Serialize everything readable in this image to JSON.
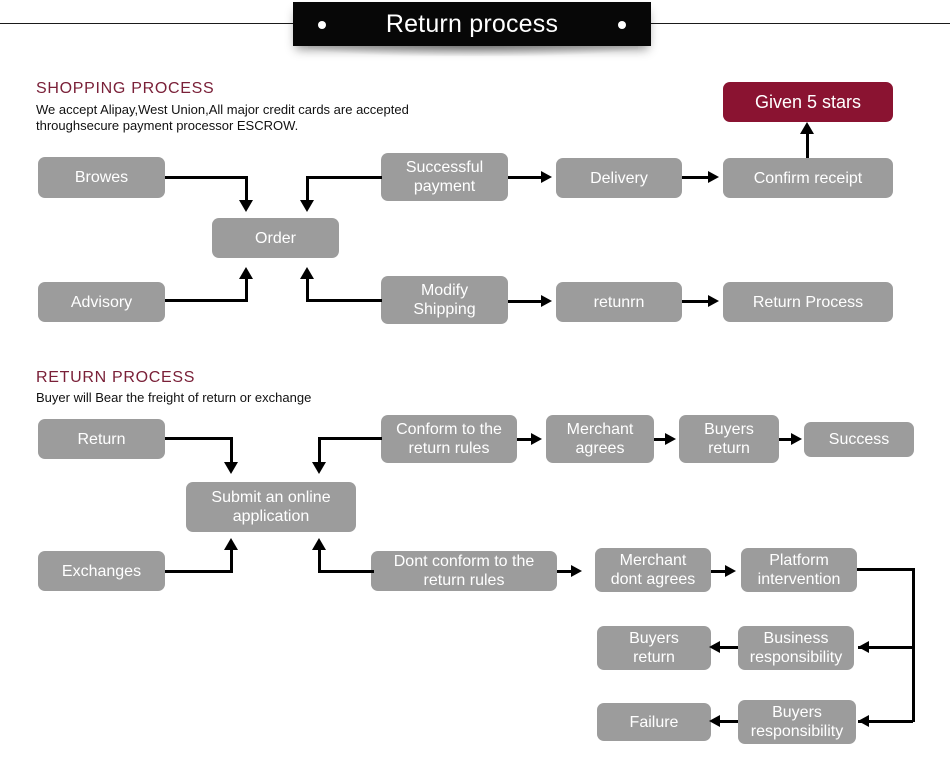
{
  "banner": {
    "title": "Return process",
    "left_dot": "bullet-dot",
    "right_dot": "bullet-dot"
  },
  "shopping": {
    "heading": "SHOPPING PROCESS",
    "description": "We accept Alipay,West Union,All major credit cards are accepted\nthroughsecure payment processor ESCROW.",
    "nodes": {
      "browes": "Browes",
      "order": "Order",
      "successful_payment": "Successful\npayment",
      "delivery": "Delivery",
      "confirm_receipt": "Confirm receipt",
      "given_5_stars": "Given 5 stars",
      "advisory": "Advisory",
      "modify_shipping": "Modify\nShipping",
      "retunrn": "retunrn",
      "return_process": "Return Process"
    }
  },
  "returns": {
    "heading": "RETURN PROCESS",
    "description": "Buyer will Bear the freight of return or exchange",
    "nodes": {
      "return": "Return",
      "submit_application": "Submit an online\napplication",
      "conform_rules": "Conform to the\nreturn rules",
      "merchant_agrees": "Merchant\nagrees",
      "buyers_return_top": "Buyers\nreturn",
      "success": "Success",
      "exchanges": "Exchanges",
      "dont_conform_rules": "Dont conform to the\nreturn rules",
      "merchant_dont_agrees": "Merchant\ndont agrees",
      "platform_intervention": "Platform\nintervention",
      "buyers_return_mid": "Buyers\nreturn",
      "business_responsibility": "Business\nresponsibility",
      "failure": "Failure",
      "buyers_responsibility": "Buyers\nresponsibility"
    }
  },
  "colors": {
    "node_gray": "#9c9c9c",
    "accent_maroon": "#8a1331",
    "heading_maroon": "#7a2038",
    "banner_black": "#070707",
    "connector_black": "#000000",
    "text_white": "#ffffff"
  }
}
